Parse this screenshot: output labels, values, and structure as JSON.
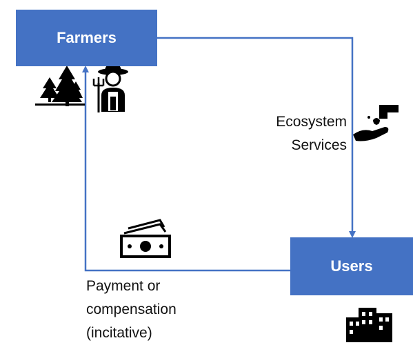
{
  "nodes": {
    "farmers": {
      "label": "Farmers"
    },
    "users": {
      "label": "Users"
    }
  },
  "flows": {
    "ecosystem_services": {
      "line1": "Ecosystem",
      "line2": "Services"
    },
    "payment": {
      "line1": "Payment or",
      "line2": "compensation",
      "line3": "(incitative)"
    }
  },
  "icons": [
    "trees-icon",
    "farmer-icon",
    "water-tap-hand-icon",
    "cash-icon",
    "city-buildings-icon"
  ],
  "colors": {
    "box": "#4472c4",
    "arrow": "#4472c4",
    "text": "#111111",
    "icon": "#000000"
  }
}
